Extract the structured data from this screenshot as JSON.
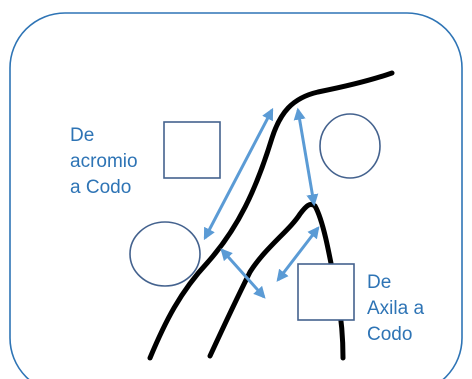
{
  "labels": {
    "acromio_a_codo": [
      "De",
      "acromio",
      "a Codo"
    ],
    "axila_a_codo": [
      "De",
      "Axila a",
      "Codo"
    ]
  },
  "colors": {
    "frame_stroke": "#2E74B5",
    "shape_stroke": "#44628E",
    "arrow": "#5B9BD5",
    "outline": "#000000",
    "label_text": "#2E74B5"
  }
}
